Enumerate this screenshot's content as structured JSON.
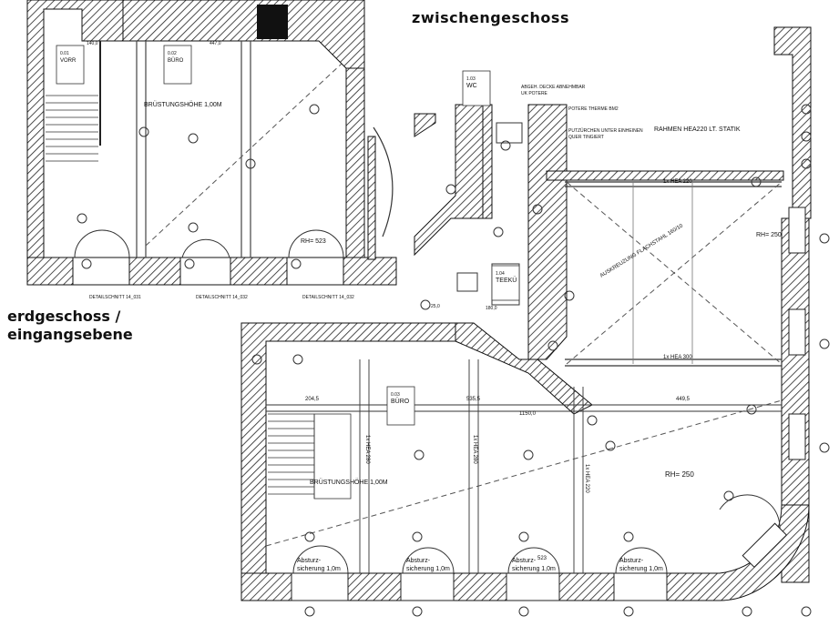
{
  "headings": {
    "upper_floor": "zwischengeschoss",
    "ground_floor_line1": "erdgeschoss /",
    "ground_floor_line2": "eingangsebene"
  },
  "rooms": {
    "vorr": {
      "num": "0.01",
      "name": "VORR"
    },
    "buro_upper": {
      "num": "0.02",
      "name": "BÜRO"
    },
    "wc": {
      "num": "1.03",
      "name": "WC"
    },
    "teeku": {
      "num": "1.04",
      "name": "TEEKÜ"
    },
    "buro_lower": {
      "num": "0.03",
      "name": "BÜRO"
    }
  },
  "notes": {
    "brustung_upper": "BRÜSTUNGSHÖHE 1,00M",
    "brustung_lower": "BRÜSTUNGSHÖHE 1,00M",
    "rh_upper": "RH= 523",
    "rh_right": "RH= 250",
    "rh_lower": "RH= 250",
    "abgeh_decke": "ABGEH. DECKE ABNEHMBAR",
    "potere": "UK POTERE",
    "therme": "POTERE THERME BM2",
    "putz": "PUTZÜRCHEN UNTER EINHEINEN",
    "quer": "QUER TINGIERT",
    "rahmen": "RAHMEN HEA220 LT. STATIK",
    "hea220_top": "1x HEA 220",
    "hea300": "1x HEA 300",
    "auskreuzung": "AUSKREUZUNG FLACHSTAHL 160/10",
    "schnitt1": "DETAILSCHNITT 14_031",
    "schnitt2": "DETAILSCHNITT 14_032",
    "schnitt3": "DETAILSCHNITT 14_032",
    "absturz1a": "Absturz-",
    "absturz1b": "sicherung 1,0m",
    "absturz2a": "Absturz-",
    "absturz2b": "sicherung 1,0m",
    "absturz3a": "Absturz-",
    "absturz3b": "sicherung 1,0m",
    "absturz4a": "Absturz-",
    "absturz4b": "sicherung 1,0m",
    "dim_2045": "204,5",
    "dim_535": "535,5",
    "dim_1150": "1150,0",
    "dim_4495": "449,5",
    "dim_1400": "140,0",
    "dim_4470": "447,0",
    "dim_2500": "25,0",
    "dim_1800": "180,0",
    "dim_523": "523",
    "hea_v1": "1x HEA 280",
    "hea_v2": "1x HEA 280",
    "hea_v3": "1x HEA 220"
  }
}
